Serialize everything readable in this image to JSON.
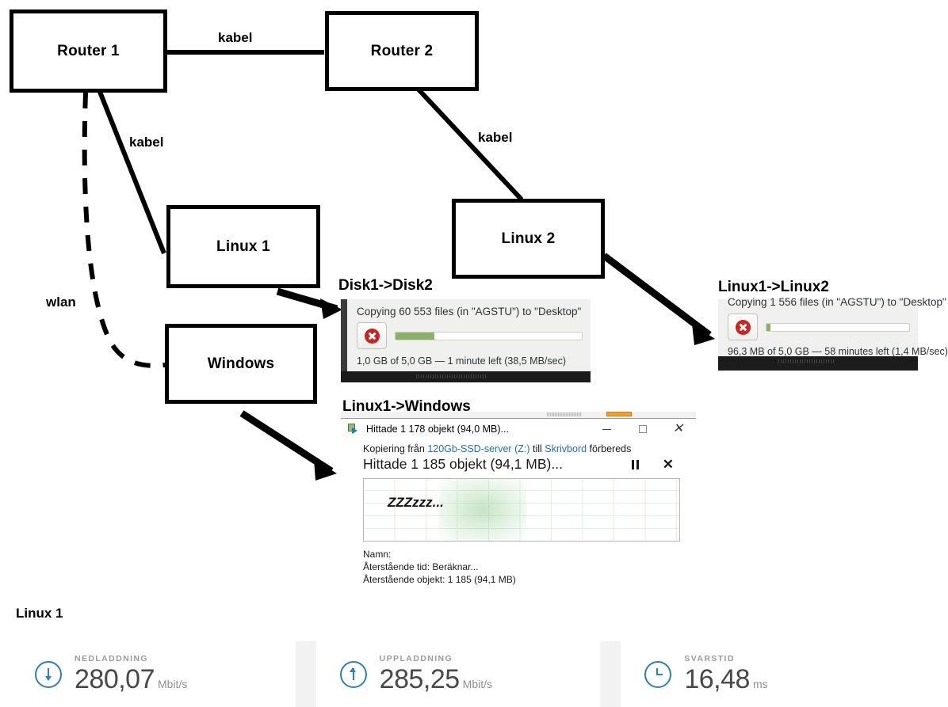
{
  "diagram": {
    "nodes": [
      {
        "id": "router1",
        "label": "Router 1"
      },
      {
        "id": "router2",
        "label": "Router 2"
      },
      {
        "id": "linux1",
        "label": "Linux 1"
      },
      {
        "id": "linux2",
        "label": "Linux 2"
      },
      {
        "id": "windows",
        "label": "Windows"
      }
    ],
    "edges": [
      {
        "from": "router1",
        "to": "router2",
        "label": "kabel",
        "style": "solid"
      },
      {
        "from": "router1",
        "to": "linux1",
        "label": "kabel",
        "style": "solid"
      },
      {
        "from": "router2",
        "to": "linux2",
        "label": "kabel",
        "style": "solid"
      },
      {
        "from": "router1",
        "to": "windows",
        "label": "wlan",
        "style": "dashed"
      }
    ]
  },
  "captions": {
    "disk1_disk2": "Disk1->Disk2",
    "linux1_linux2": "Linux1->Linux2",
    "linux1_windows": "Linux1->Windows",
    "speedtest": "Linux 1"
  },
  "disk_dialog": {
    "title": "Copying 60 553 files (in \"AGSTU\") to \"Desktop\"",
    "status": "1,0 GB of 5,0 GB — 1 minute left (38,5 MB/sec)",
    "progress_percent": 21,
    "cancel_icon": "cancel-circle-icon",
    "progress_color": "#8bb06a"
  },
  "linux2_dialog": {
    "title_clipped": "Copying 1 556 files (in \"AGSTU\") to \"Desktop\"",
    "status": "96,3 MB of 5,0 GB — 58 minutes left (1,4 MB/sec)",
    "progress_percent": 2,
    "cancel_icon": "cancel-circle-icon",
    "progress_color": "#8bb06a"
  },
  "windows_dialog": {
    "titlebar": {
      "icon": "copy-file-icon",
      "title": "Hittade 1 178 objekt (94,0 MB)...",
      "minimize": "minimize-icon",
      "maximize": "maximize-icon",
      "close": "close-icon"
    },
    "subline": {
      "prefix": "Kopiering från ",
      "source": "120Gb-SSD-server (Z:)",
      "middle": " till ",
      "target": "Skrivbord",
      "suffix": " förbereds"
    },
    "headline": "Hittade 1 185 objekt (94,1 MB)...",
    "pause_icon": "pause-icon",
    "stop_icon": "stop-icon",
    "chart_note": "ZZZzzz...",
    "details": [
      "Namn:",
      "Återstående tid:  Beräknar...",
      "Återstående objekt:  1 185 (94,1 MB)"
    ],
    "link_color": "#1f6fb4"
  },
  "speedtest": {
    "cards": [
      {
        "label": "NEDLADDNING",
        "value": "280,07",
        "unit": "Mbit/s",
        "icon": "download-arrow-icon"
      },
      {
        "label": "UPPLADDNING",
        "value": "285,25",
        "unit": "Mbit/s",
        "icon": "upload-arrow-icon"
      },
      {
        "label": "SVARSTID",
        "value": "16,48",
        "unit": "ms",
        "icon": "clock-icon"
      }
    ],
    "accent_color": "#2a7fc1"
  }
}
